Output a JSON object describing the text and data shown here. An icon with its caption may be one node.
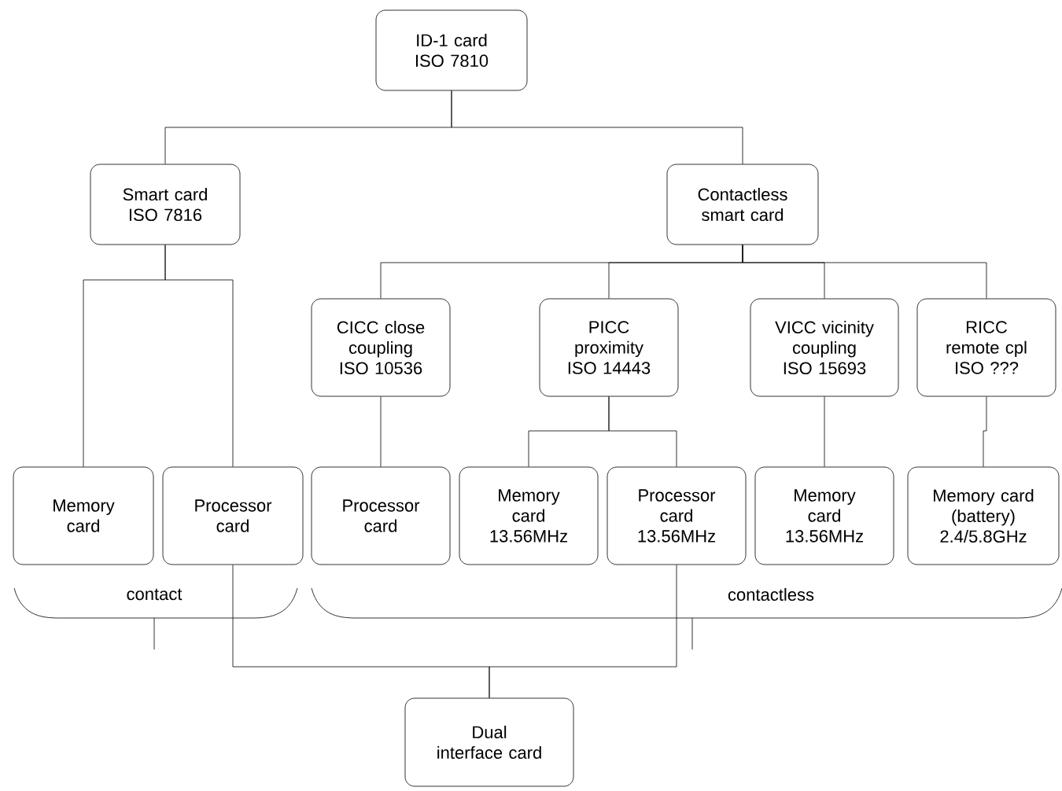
{
  "diagram": {
    "nodes": [
      {
        "text": [
          "ID-1 card ISO 7810"
        ]
      },
      {
        "text": [
          "Smart card ISO 7816"
        ]
      },
      {
        "text": [
          "Contactless smart card"
        ]
      },
      {
        "text": [
          "CICC close coupling ISO 10536"
        ]
      },
      {
        "text": [
          "PICC proximity ISO 14443"
        ]
      },
      {
        "text": [
          "VICC vicinity coupling ISO 15693"
        ]
      },
      {
        "text": [
          "RICC remote cpl ISO ???"
        ]
      },
      {
        "text": [
          "Memory card"
        ]
      },
      {
        "text": [
          "Processor card"
        ]
      },
      {
        "text": [
          "Processor card"
        ]
      },
      {
        "text": [
          "Memory card 13.56MHz"
        ]
      },
      {
        "text": [
          "Processor card 13.56MHz"
        ]
      },
      {
        "text": [
          "Memory card 13.56MHz"
        ]
      },
      {
        "text": [
          "Memory card (battery) 2.4/5.8GHz"
        ]
      },
      {
        "text": [
          "Dual interface card"
        ]
      }
    ],
    "edges": [
      {
        "from": 0,
        "to": 1,
        "arrow": "none"
      },
      {
        "from": 0,
        "to": 2,
        "arrow": "none"
      },
      {
        "from": 1,
        "to": 7,
        "arrow": "none"
      },
      {
        "from": 1,
        "to": 8,
        "arrow": "none"
      },
      {
        "from": 2,
        "to": 3,
        "arrow": "none"
      },
      {
        "from": 2,
        "to": 4,
        "arrow": "none"
      },
      {
        "from": 2,
        "to": 5,
        "arrow": "none"
      },
      {
        "from": 2,
        "to": 6,
        "arrow": "none"
      },
      {
        "from": 3,
        "to": 9,
        "arrow": "none"
      },
      {
        "from": 4,
        "to": 10,
        "arrow": "none"
      },
      {
        "from": 4,
        "to": 11,
        "arrow": "none"
      },
      {
        "from": 5,
        "to": 12,
        "arrow": "none"
      },
      {
        "from": 6,
        "to": 13,
        "arrow": "none"
      },
      {
        "from": 8,
        "to": 14,
        "arrow": "none"
      },
      {
        "from": 11,
        "to": 14,
        "arrow": "none"
      }
    ],
    "labels": [
      "contact",
      "contactless"
    ]
  }
}
